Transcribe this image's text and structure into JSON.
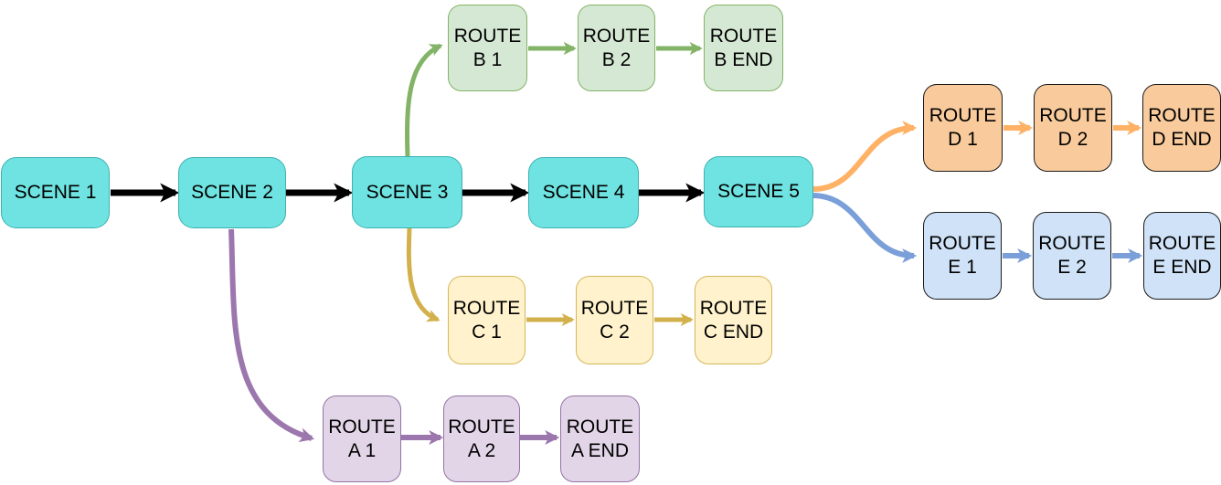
{
  "diagram_type": "branching-scene-flowchart",
  "flow": {
    "scenes": [
      "SCENE 1",
      "SCENE 2",
      "SCENE 3",
      "SCENE 4",
      "SCENE 5"
    ],
    "routes": {
      "b": {
        "branches_from": "SCENE 3",
        "direction": "up",
        "steps": [
          "ROUTE\nB 1",
          "ROUTE\nB 2",
          "ROUTE\nB END"
        ]
      },
      "c": {
        "branches_from": "SCENE 3",
        "direction": "down",
        "steps": [
          "ROUTE\nC 1",
          "ROUTE\nC 2",
          "ROUTE\nC END"
        ]
      },
      "a": {
        "branches_from": "SCENE 2",
        "direction": "down",
        "steps": [
          "ROUTE\nA 1",
          "ROUTE\nA 2",
          "ROUTE\nA END"
        ]
      },
      "d": {
        "branches_from": "SCENE 5",
        "direction": "up",
        "steps": [
          "ROUTE\nD 1",
          "ROUTE\nD 2",
          "ROUTE\nD END"
        ]
      },
      "e": {
        "branches_from": "SCENE 5",
        "direction": "down",
        "steps": [
          "ROUTE\nE 1",
          "ROUTE\nE 2",
          "ROUTE\nE END"
        ]
      }
    }
  },
  "colors": {
    "main-arrow": "#000000",
    "scene-fill": "#6fe3e1",
    "scene-stroke": "#3cb1b1",
    "route-b-fill": "#d5e8d4",
    "route-b-stroke": "#82b366",
    "route-b-arrow": "#82b366",
    "route-c-fill": "#fff2cc",
    "route-c-stroke": "#d6b656",
    "route-c-arrow": "#d2b14c",
    "route-a-fill": "#e1d5e7",
    "route-a-stroke": "#9673a6",
    "route-a-arrow": "#9c77ad",
    "route-d-fill": "#f9cb9c",
    "route-d-stroke": "#1a1a1a",
    "route-d-arrow": "#ffb266",
    "route-e-fill": "#cfe2f7",
    "route-e-stroke": "#1a1a1a",
    "route-e-arrow": "#7a9fd9"
  }
}
